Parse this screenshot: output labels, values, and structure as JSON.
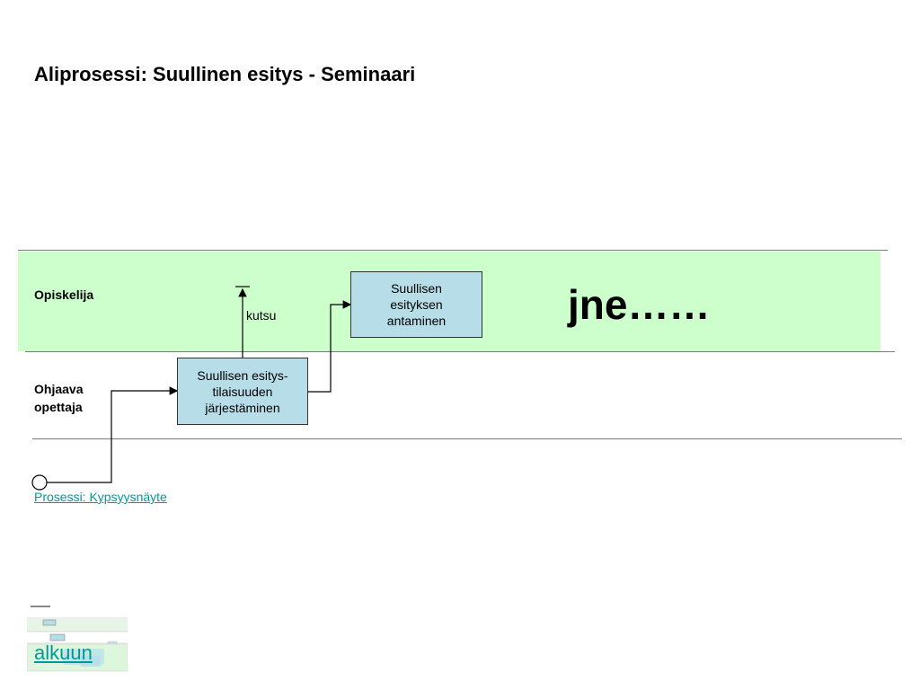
{
  "title": "Aliprosessi: Suullinen esitys - Seminaari",
  "lanes": [
    {
      "label": "Opiskelija"
    },
    {
      "label_lines": [
        "Ohjaava",
        "opettaja"
      ]
    }
  ],
  "steps": {
    "arrange": {
      "lines": [
        "Suullisen esitys-",
        "tilaisuuden",
        "järjestäminen"
      ]
    },
    "present": {
      "lines": [
        "Suullisen",
        "esityksen",
        "antaminen"
      ]
    }
  },
  "signal_label": "kutsu",
  "continuation": "jne……",
  "links": {
    "process": "Prosessi: Kypsyysnäyte",
    "back": "alkuun"
  },
  "colors": {
    "lane_fill": "#ccffcc",
    "box_fill": "#b7dde8",
    "link": "#009999"
  }
}
